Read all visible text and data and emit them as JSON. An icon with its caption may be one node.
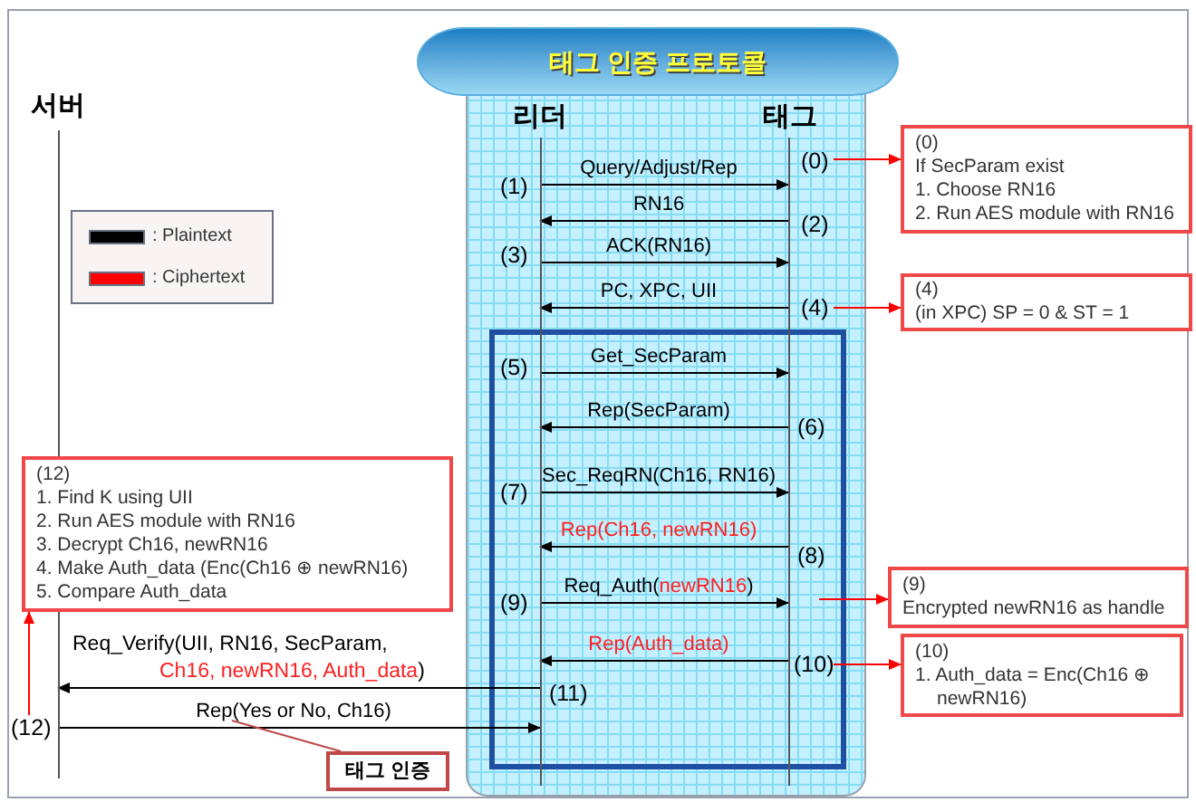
{
  "diagram": {
    "title": "태그 인증 프로토콜",
    "nodes": [
      {
        "text": [
          "서버"
        ]
      },
      {
        "text": [
          "리더"
        ]
      },
      {
        "text": [
          "태그"
        ]
      },
      {
        "text": [
          "(0)",
          "If SecParam exist",
          "1. Choose RN16",
          "2. Run AES module with RN16"
        ]
      },
      {
        "text": [
          "(4)",
          "(in XPC) SP = 0 & ST = 1"
        ]
      },
      {
        "text": [
          "(9)",
          "Encrypted newRN16 as handle"
        ]
      },
      {
        "text": [
          "(10)",
          "1. Auth_data = Enc(Ch16 ⊕ newRN16)"
        ]
      },
      {
        "text": [
          "(12)",
          "1. Find K using UII",
          "2. Run AES module with RN16",
          "3. Decrypt Ch16, newRN16",
          "4. Make Auth_data (Enc(Ch16 ⊕ newRN16)",
          "5. Compare Auth_data"
        ]
      },
      {
        "text": [
          "태그 인증"
        ]
      },
      {
        "text": [
          "(12)"
        ]
      }
    ],
    "edges": [
      {
        "from": 1,
        "to": 2,
        "arrow": "to",
        "label": "Query/Adjust/Rep"
      },
      {
        "from": 2,
        "to": 1,
        "arrow": "to",
        "label": "RN16"
      },
      {
        "from": 1,
        "to": 2,
        "arrow": "to",
        "label": "ACK(RN16)"
      },
      {
        "from": 2,
        "to": 1,
        "arrow": "to",
        "label": "PC, XPC, UII"
      },
      {
        "from": 1,
        "to": 2,
        "arrow": "to",
        "label": "Get_SecParam"
      },
      {
        "from": 2,
        "to": 1,
        "arrow": "to",
        "label": "Rep(SecParam)"
      },
      {
        "from": 1,
        "to": 2,
        "arrow": "to",
        "label": "Sec_ReqRN(Ch16, RN16)"
      },
      {
        "from": 2,
        "to": 1,
        "arrow": "to",
        "label": "*Rep(Ch16, newRN16)*"
      },
      {
        "from": 1,
        "to": 2,
        "arrow": "to",
        "label": "Req_Auth(*newRN16*)"
      },
      {
        "from": 2,
        "to": 1,
        "arrow": "to",
        "label": "*Rep(Auth_data)*"
      },
      {
        "from": 1,
        "to": 0,
        "arrow": "to",
        "label": "Req_Verify(UII, RN16, SecParam, *Ch16, newRN16, Auth_data*)"
      },
      {
        "from": 0,
        "to": 1,
        "arrow": "to",
        "label": "Rep(Yes or No, Ch16)"
      },
      {
        "from": 2,
        "to": 3,
        "arrow": "to",
        "color": "#ff0000"
      },
      {
        "from": 2,
        "to": 4,
        "arrow": "to",
        "color": "#ff0000"
      },
      {
        "from": 2,
        "to": 5,
        "arrow": "to",
        "color": "#ff0000"
      },
      {
        "from": 2,
        "to": 6,
        "arrow": "to",
        "color": "#ff0000"
      },
      {
        "from": 9,
        "to": 7,
        "arrow": "to",
        "color": "#ff0000"
      },
      {
        "from": 8,
        "to": null,
        "arrow": "none",
        "color": "#c04848"
      }
    ],
    "labels": [
      "(0)",
      "(1)",
      "(2)",
      "(3)",
      "(4)",
      "(5)",
      "(6)",
      "(7)",
      "(8)",
      "(9)",
      "(10)",
      "(11)"
    ],
    "legend": [
      {
        "text": ": Plaintext",
        "color": "#000000"
      },
      {
        "text": ": Ciphertext",
        "color": "#ff0000"
      }
    ]
  }
}
